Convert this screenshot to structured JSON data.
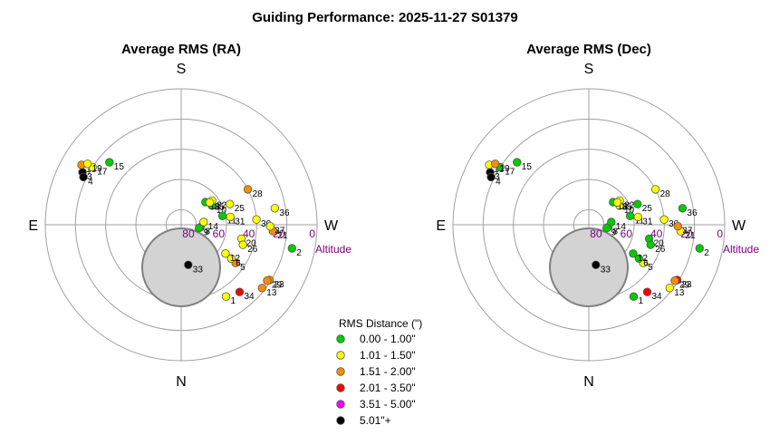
{
  "title": "Guiding Performance: 2025-11-27  S01379",
  "directions": {
    "north": "N",
    "south": "S",
    "east": "E",
    "west": "W"
  },
  "altitude_label": "Altitude",
  "legend": {
    "title": "RMS Distance (\")",
    "items": [
      {
        "label": "0.00 - 1.00\"",
        "color": "#00cc00"
      },
      {
        "label": "1.01 - 1.50\"",
        "color": "#ffff00"
      },
      {
        "label": "1.51 - 2.00\"",
        "color": "#ff8c00"
      },
      {
        "label": "2.01 - 3.50\"",
        "color": "#ff0000"
      },
      {
        "label": "3.51 - 5.00\"",
        "color": "#ff00ff"
      },
      {
        "label": "5.01\"+",
        "color": "#000000"
      }
    ]
  },
  "chart_data": [
    {
      "type": "scatter",
      "projection": "polar-altaz",
      "title": "Average RMS (RA)",
      "altitude_ticks": [
        "80",
        "60",
        "40",
        "20",
        "0"
      ],
      "points": [
        {
          "id": "1",
          "az": 148,
          "alt": 34,
          "cls": 1
        },
        {
          "id": "2",
          "az": 102,
          "alt": 15,
          "cls": 0
        },
        {
          "id": "3",
          "az": 298,
          "alt": 16,
          "cls": 5
        },
        {
          "id": "4",
          "az": 296,
          "alt": 18,
          "cls": 5
        },
        {
          "id": "5",
          "az": 125,
          "alt": 46,
          "cls": 2
        },
        {
          "id": "6",
          "az": 124,
          "alt": 50,
          "cls": 1
        },
        {
          "id": "8",
          "az": 97,
          "alt": 77,
          "cls": 0
        },
        {
          "id": "9",
          "az": 100,
          "alt": 78,
          "cls": 0
        },
        {
          "id": "10",
          "az": 58,
          "alt": 66,
          "cls": 0
        },
        {
          "id": "11",
          "az": 78,
          "alt": 62,
          "cls": 0
        },
        {
          "id": "12",
          "az": 123,
          "alt": 55,
          "cls": 1
        },
        {
          "id": "13",
          "az": 128,
          "alt": 22,
          "cls": 2
        },
        {
          "id": "14",
          "az": 83,
          "alt": 75,
          "cls": 1
        },
        {
          "id": "15",
          "az": 311,
          "alt": 27,
          "cls": 0
        },
        {
          "id": "16",
          "az": 301,
          "alt": 13,
          "cls": 2
        },
        {
          "id": "17",
          "az": 303,
          "alt": 20,
          "cls": 1
        },
        {
          "id": "18",
          "az": 47,
          "alt": 68,
          "cls": 0
        },
        {
          "id": "19",
          "az": 303,
          "alt": 16,
          "cls": 1
        },
        {
          "id": "20",
          "az": 103,
          "alt": 49,
          "cls": 1
        },
        {
          "id": "21",
          "az": 94,
          "alt": 29,
          "cls": 2
        },
        {
          "id": "22",
          "az": 52,
          "alt": 64,
          "cls": 1
        },
        {
          "id": "23",
          "az": 122,
          "alt": 21,
          "cls": 2
        },
        {
          "id": "25",
          "az": 67,
          "alt": 55,
          "cls": 1
        },
        {
          "id": "26",
          "az": 108,
          "alt": 47,
          "cls": 1
        },
        {
          "id": "28",
          "az": 62,
          "alt": 40,
          "cls": 2
        },
        {
          "id": "29",
          "az": 123,
          "alt": 22,
          "cls": 2
        },
        {
          "id": "30",
          "az": 86,
          "alt": 40,
          "cls": 1
        },
        {
          "id": "31",
          "az": 81,
          "alt": 57,
          "cls": 1
        },
        {
          "id": "33",
          "az": 170,
          "alt": 63,
          "cls": 5
        },
        {
          "id": "34",
          "az": 139,
          "alt": 31,
          "cls": 3
        },
        {
          "id": "35",
          "az": 52,
          "alt": 66,
          "cls": 1
        },
        {
          "id": "36",
          "az": 80,
          "alt": 27,
          "cls": 1
        },
        {
          "id": "37",
          "az": 91,
          "alt": 31,
          "cls": 1
        }
      ]
    },
    {
      "type": "scatter",
      "projection": "polar-altaz",
      "title": "Average RMS (Dec)",
      "altitude_ticks": [
        "80",
        "60",
        "40",
        "20",
        "0"
      ],
      "points": [
        {
          "id": "1",
          "az": 148,
          "alt": 34,
          "cls": 0
        },
        {
          "id": "2",
          "az": 102,
          "alt": 15,
          "cls": 0
        },
        {
          "id": "3",
          "az": 298,
          "alt": 16,
          "cls": 5
        },
        {
          "id": "4",
          "az": 296,
          "alt": 18,
          "cls": 5
        },
        {
          "id": "5",
          "az": 125,
          "alt": 46,
          "cls": 1
        },
        {
          "id": "6",
          "az": 124,
          "alt": 50,
          "cls": 0
        },
        {
          "id": "8",
          "az": 97,
          "alt": 77,
          "cls": 0
        },
        {
          "id": "9",
          "az": 100,
          "alt": 78,
          "cls": 0
        },
        {
          "id": "10",
          "az": 58,
          "alt": 66,
          "cls": 1
        },
        {
          "id": "11",
          "az": 78,
          "alt": 62,
          "cls": 0
        },
        {
          "id": "12",
          "az": 123,
          "alt": 55,
          "cls": 0
        },
        {
          "id": "13",
          "az": 128,
          "alt": 22,
          "cls": 1
        },
        {
          "id": "14",
          "az": 83,
          "alt": 75,
          "cls": 0
        },
        {
          "id": "15",
          "az": 311,
          "alt": 27,
          "cls": 0
        },
        {
          "id": "16",
          "az": 301,
          "alt": 13,
          "cls": 1
        },
        {
          "id": "17",
          "az": 303,
          "alt": 20,
          "cls": 0
        },
        {
          "id": "18",
          "az": 47,
          "alt": 68,
          "cls": 0
        },
        {
          "id": "19",
          "az": 303,
          "alt": 16,
          "cls": 2
        },
        {
          "id": "20",
          "az": 103,
          "alt": 49,
          "cls": 0
        },
        {
          "id": "21",
          "az": 94,
          "alt": 29,
          "cls": 1
        },
        {
          "id": "22",
          "az": 52,
          "alt": 64,
          "cls": 1
        },
        {
          "id": "23",
          "az": 122,
          "alt": 21,
          "cls": 3
        },
        {
          "id": "25",
          "az": 67,
          "alt": 55,
          "cls": 0
        },
        {
          "id": "26",
          "az": 108,
          "alt": 47,
          "cls": 0
        },
        {
          "id": "28",
          "az": 62,
          "alt": 40,
          "cls": 1
        },
        {
          "id": "29",
          "az": 123,
          "alt": 22,
          "cls": 2
        },
        {
          "id": "30",
          "az": 86,
          "alt": 40,
          "cls": 1
        },
        {
          "id": "31",
          "az": 81,
          "alt": 57,
          "cls": 1
        },
        {
          "id": "33",
          "az": 170,
          "alt": 63,
          "cls": 5
        },
        {
          "id": "34",
          "az": 139,
          "alt": 31,
          "cls": 3
        },
        {
          "id": "35",
          "az": 52,
          "alt": 66,
          "cls": 1
        },
        {
          "id": "36",
          "az": 80,
          "alt": 27,
          "cls": 0
        },
        {
          "id": "37",
          "az": 91,
          "alt": 31,
          "cls": 2
        }
      ]
    }
  ]
}
